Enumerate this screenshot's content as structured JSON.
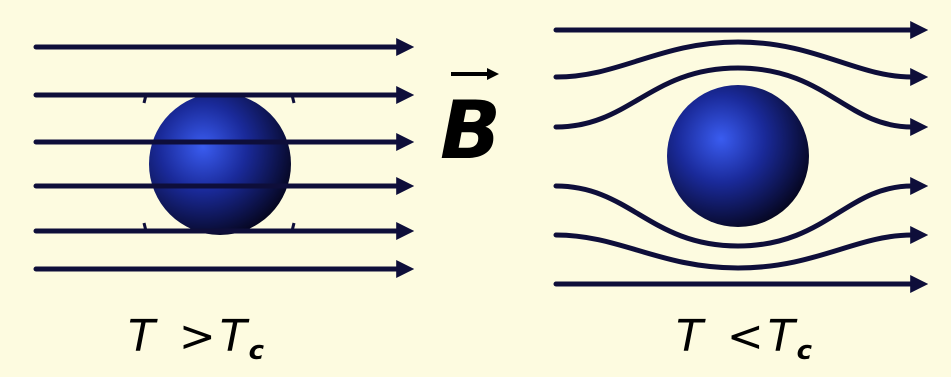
{
  "diagram": {
    "colors": {
      "background": "#fdfbe0",
      "field_line": "#0e0e3a",
      "sphere_light": "#3a5cf0",
      "sphere_dark": "#05051c"
    },
    "field_label": {
      "symbol": "B",
      "accent": "vector-arrow"
    },
    "left_panel": {
      "label_T": "T",
      "label_op": ">",
      "label_Tc": "T",
      "label_sub": "c"
    },
    "right_panel": {
      "label_T": "T",
      "label_op": "<",
      "label_Tc": "T",
      "label_sub": "c"
    }
  }
}
